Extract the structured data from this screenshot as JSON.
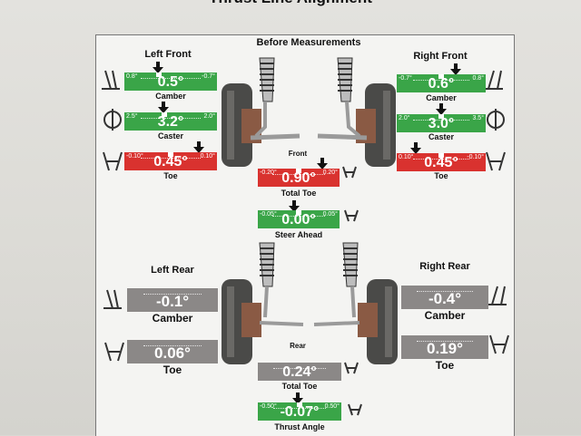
{
  "page": {
    "title": "Thrust Line Alignment",
    "section": "Before Measurements"
  },
  "front": {
    "left": {
      "title": "Left Front",
      "camber": {
        "label": "Camber",
        "value": "0.5°",
        "min": "0.8°",
        "max": "-0.7°"
      },
      "caster": {
        "label": "Caster",
        "value": "3.2°",
        "min": "2.5°",
        "max": "2.0°"
      },
      "toe": {
        "label": "Toe",
        "value": "0.45°",
        "min": "-0.10°",
        "max": "0.10°"
      }
    },
    "right": {
      "title": "Right Front",
      "camber": {
        "label": "Camber",
        "value": "0.6°",
        "min": "-0.7°",
        "max": "0.8°"
      },
      "caster": {
        "label": "Caster",
        "value": "3.0°",
        "min": "2.0°",
        "max": "3.5°"
      },
      "toe": {
        "label": "Toe",
        "value": "0.45°",
        "min": "0.10°",
        "max": "-0.10°"
      }
    },
    "label": "Front",
    "total_toe": {
      "label": "Total Toe",
      "value": "0.90°",
      "min": "-0.20°",
      "max": "0.20°"
    },
    "steer_ahead": {
      "label": "Steer Ahead",
      "value": "0.00°",
      "min": "-0.05°",
      "max": "0.05°"
    }
  },
  "rear": {
    "left": {
      "title": "Left Rear",
      "camber": {
        "label": "Camber",
        "value": "-0.1°"
      },
      "toe": {
        "label": "Toe",
        "value": "0.06°"
      }
    },
    "right": {
      "title": "Right Rear",
      "camber": {
        "label": "Camber",
        "value": "-0.4°"
      },
      "toe": {
        "label": "Toe",
        "value": "0.19°"
      }
    },
    "label": "Rear",
    "total_toe": {
      "label": "Total Toe",
      "value": "0.24°"
    },
    "thrust_angle": {
      "label": "Thrust Angle",
      "value": "-0.07°",
      "min": "-0.50°",
      "max": "0.50°"
    }
  },
  "colors": {
    "in_spec": "#3aa548",
    "out_of_spec": "#d9322f",
    "no_spec": "#8b8887"
  }
}
